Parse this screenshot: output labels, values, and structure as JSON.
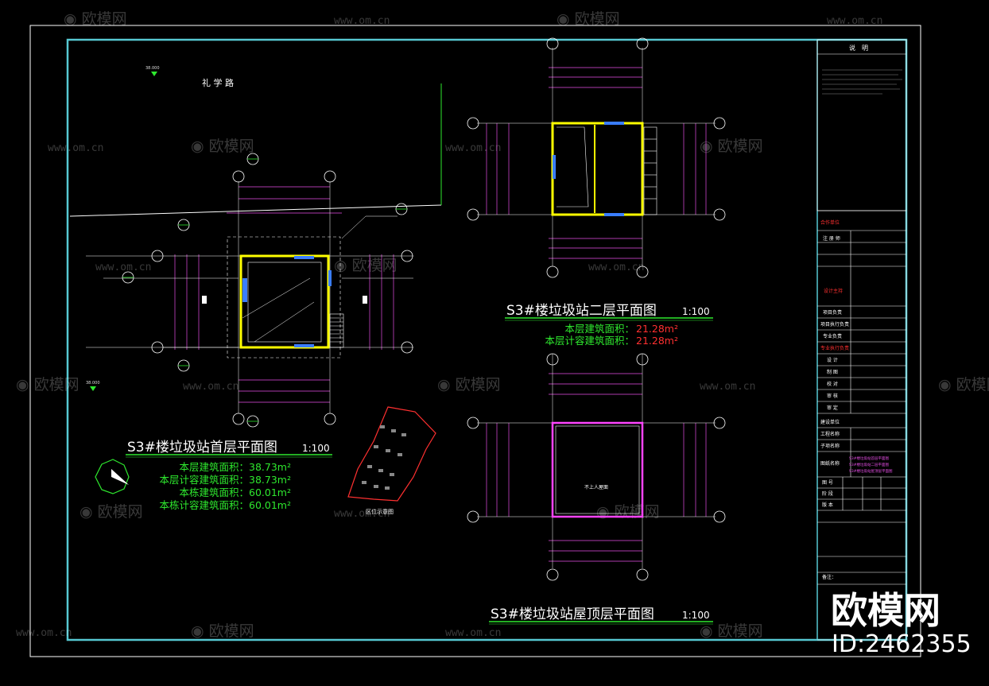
{
  "watermark": {
    "text": "欧模网",
    "url": "www.om.cn"
  },
  "road_label": "礼 学 路",
  "plan1": {
    "title": "S3#楼垃圾站首层平面图",
    "scale": "1:100",
    "areas": [
      "本层建筑面积：38.73m²",
      "本层计容建筑面积：38.73m²",
      "本栋建筑面积：60.01m²",
      "本栋计容建筑面积：60.01m²"
    ]
  },
  "plan2": {
    "title": "S3#楼垃圾站二层平面图",
    "scale": "1:100",
    "areas": [
      {
        "label": "本层建筑面积：",
        "value": "21.28m²"
      },
      {
        "label": "本层计容建筑面积：",
        "value": "21.28m²"
      }
    ]
  },
  "plan3": {
    "title": "S3#楼垃圾站屋顶层平面图",
    "scale": "1:100",
    "note": "不上人屋面"
  },
  "location_label": "区位示意图",
  "title_block": {
    "heading": "说　明",
    "rows": [
      "注 册 师",
      "项目负责",
      "项目执行负责",
      "专业负责",
      "设 计",
      "制 图",
      "校 对",
      "审 核",
      "审 定",
      "建设单位",
      "工程名称",
      "子项名称",
      "图纸名称",
      "图 号",
      "阶 段",
      "版 本",
      "备注："
    ],
    "red_rows": [
      "合作单位",
      "设计主持",
      "专业执行负责"
    ],
    "drawing_names": [
      "S3#楼垃圾站首层平面图",
      "S3#楼垃圾站二层平面图",
      "S3#楼垃圾站屋顶层平面图"
    ]
  },
  "brand": {
    "name": "欧模网",
    "id": "ID:2462355"
  },
  "colors": {
    "frame": "#56c8d2",
    "wall": "#ffff00",
    "dim": "#e64ee6",
    "line": "#ffffff",
    "green": "#2ee82e",
    "red": "#ff3030"
  }
}
